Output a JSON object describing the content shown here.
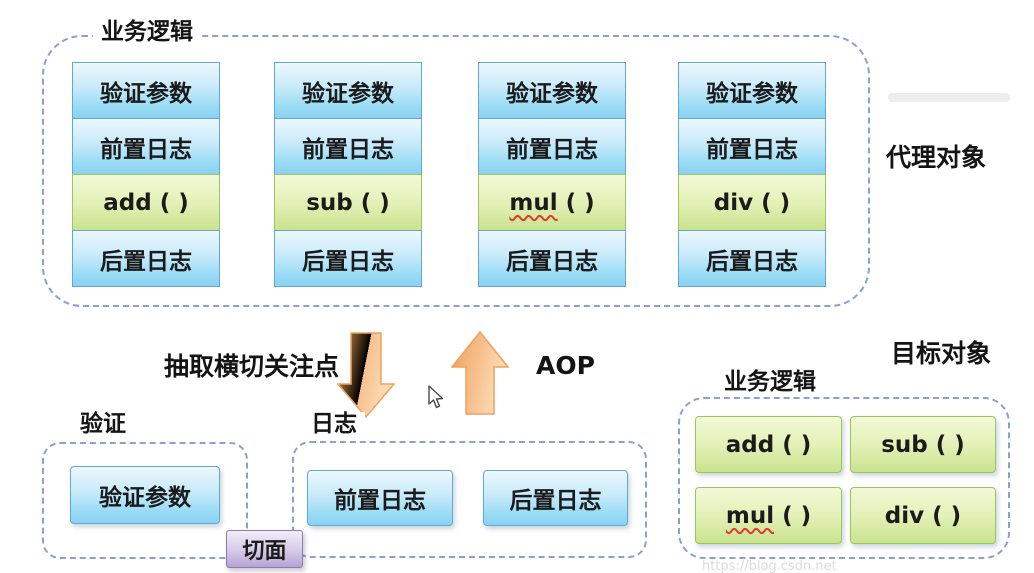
{
  "proxy_group": {
    "label": "业务逻辑",
    "side_label": "代理对象",
    "columns": [
      {
        "cells": [
          {
            "text": "验证参数"
          },
          {
            "text": "前置日志"
          },
          {
            "method": "add",
            "suffix": " ( )"
          },
          {
            "text": "后置日志"
          }
        ]
      },
      {
        "cells": [
          {
            "text": "验证参数"
          },
          {
            "text": "前置日志"
          },
          {
            "method": "sub",
            "suffix": " ( )"
          },
          {
            "text": "后置日志"
          }
        ]
      },
      {
        "cells": [
          {
            "text": "验证参数"
          },
          {
            "text": "前置日志"
          },
          {
            "method": "mul",
            "suffix": " ( )"
          },
          {
            "text": "后置日志"
          }
        ]
      },
      {
        "cells": [
          {
            "text": "验证参数"
          },
          {
            "text": "前置日志"
          },
          {
            "method": "div",
            "suffix": " ( )"
          },
          {
            "text": "后置日志"
          }
        ]
      }
    ]
  },
  "middle": {
    "extract_label": "抽取横切关注点",
    "aop_label": "AOP"
  },
  "validation_group": {
    "label": "验证",
    "param_box": "验证参数"
  },
  "logging_group": {
    "label": "日志",
    "pre_box": "前置日志",
    "post_box": "后置日志"
  },
  "aspect_badge": "切面",
  "target_group": {
    "side_label": "目标对象",
    "label": "业务逻辑",
    "methods": [
      {
        "method": "add",
        "suffix": " ( )"
      },
      {
        "method": "sub",
        "suffix": " ( )"
      },
      {
        "method": "mul",
        "suffix": " ( )"
      },
      {
        "method": "div",
        "suffix": " ( )"
      }
    ]
  },
  "watermark": "https://blog.csdn.net",
  "colors": {
    "dash_border": "#88a2cf",
    "blue_box_border": "#5fa9d4",
    "blue_box_fill_top": "#edf8fd",
    "blue_box_fill_bottom": "#8bd2f1",
    "green_box_border": "#9cc561",
    "green_box_fill_top": "#f3f9d7",
    "green_box_fill_bottom": "#c9e38e",
    "purple_box_border": "#8d7cb0",
    "purple_box_fill": "#b6a3d4",
    "arrow_fill_dark": "#f2a65c",
    "arrow_fill_light": "#fcdeb8",
    "misspell_underline": "#e4392e"
  }
}
